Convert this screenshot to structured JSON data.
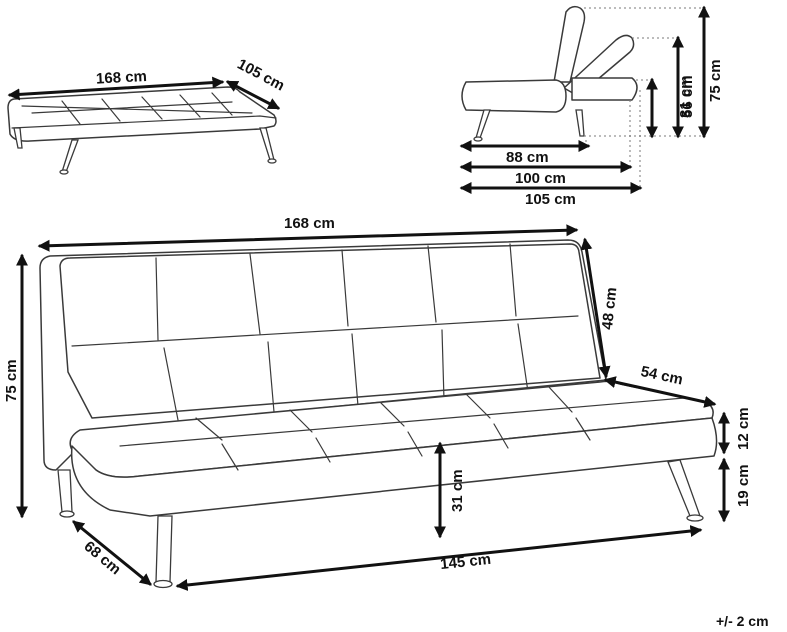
{
  "diagrams": {
    "flat_bed": {
      "width_label": "168 cm",
      "depth_label": "105 cm"
    },
    "side_profile": {
      "depth_seat_label": "88 cm",
      "depth_mid_label": "100 cm",
      "depth_flat_label": "105 cm",
      "seat_height_label": "31 cm",
      "mid_height_label": "56 cm",
      "total_height_label": "75 cm"
    },
    "main_sofa": {
      "back_width_label": "168 cm",
      "back_height_label": "48 cm",
      "seat_depth_label": "54 cm",
      "cushion_height_label": "12 cm",
      "leg_height_label": "19 cm",
      "total_height_label": "75 cm",
      "seat_height_label": "31 cm",
      "front_width_label": "145 cm",
      "side_depth_label": "68 cm"
    }
  },
  "tolerance_label": "+/- 2 cm",
  "colors": {
    "outline": "#3a3a3a",
    "dimension": "#111111",
    "background": "#ffffff"
  }
}
